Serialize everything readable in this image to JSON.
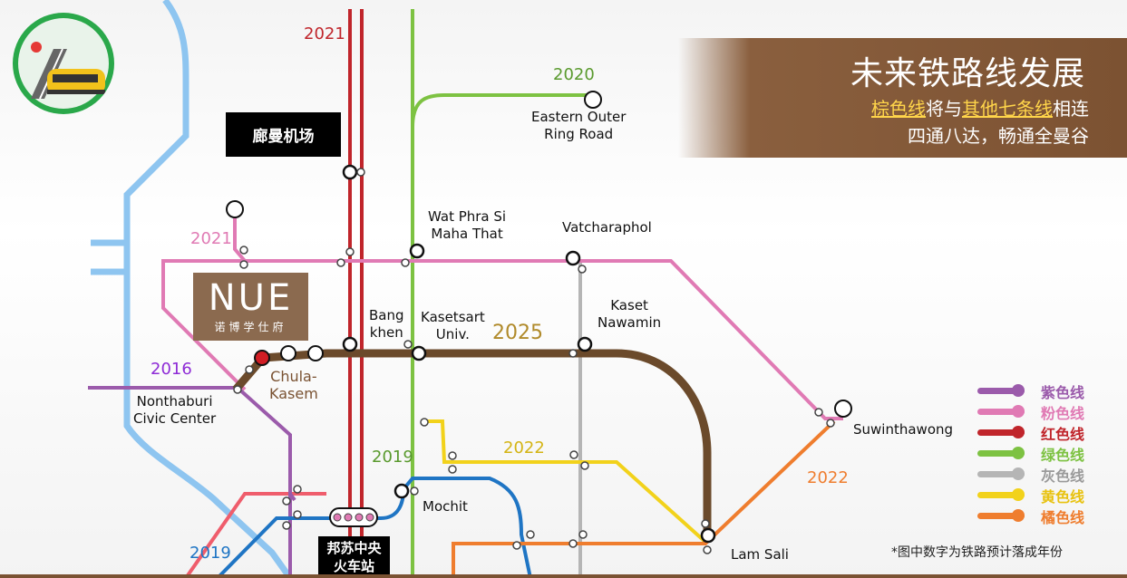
{
  "banner": {
    "title": "未来铁路线发展",
    "line1_hl_a": "棕色线",
    "line1_mid": "将与",
    "line1_hl_b": "其他七条线",
    "line1_end": "相连",
    "line2": "四通八达，畅通全曼谷"
  },
  "dev_logo": {
    "word": "NUE",
    "sub": "诺博学仕府"
  },
  "boxes": {
    "airport": "廊曼机场",
    "central_station": "邦苏中央火车站"
  },
  "stations": {
    "eastern_outer": "Eastern Outer\nRing Road",
    "wat_phra_si": "Wat Phra Si\nMaha That",
    "vatcharaphol": "Vatcharaphol",
    "bang_khen": "Bang\nkhen",
    "kasetsart": "Kasetsart\nUniv.",
    "kaset_nawamin": "Kaset\nNawamin",
    "chula_kasem": "Chula-\nKasem",
    "nonthaburi": "Nonthaburi\nCivic Center",
    "suwinthawong": "Suwinthawong",
    "mochit": "Mochit",
    "lam_sali": "Lam Sali"
  },
  "years": {
    "red": "2021",
    "green": "2020",
    "pink": "2021",
    "brown": "2025",
    "purple": "2016",
    "green_low": "2019",
    "yellow": "2022",
    "orange": "2022",
    "blue": "2019"
  },
  "colors": {
    "purple": "#9b5bab",
    "pink": "#e07ab4",
    "red": "#c0252b",
    "green": "#7dc242",
    "grey": "#b5b5b5",
    "yellow": "#f2d21b",
    "orange": "#ef7d2e",
    "brown": "#6b4a2b",
    "blue": "#1f75c4",
    "lightblue": "#8ec5f0",
    "salmon": "#ef5d6c"
  },
  "legend": [
    {
      "label": "紫色线",
      "color": "#9b5bab"
    },
    {
      "label": "粉色线",
      "color": "#e07ab4"
    },
    {
      "label": "红色线",
      "color": "#c0252b"
    },
    {
      "label": "绿色线",
      "color": "#7dc242"
    },
    {
      "label": "灰色线",
      "color": "#b5b5b5"
    },
    {
      "label": "黄色线",
      "color": "#f2d21b"
    },
    {
      "label": "橘色线",
      "color": "#ef7d2e"
    }
  ],
  "footnote": "*图中数字为铁路预计落成年份"
}
